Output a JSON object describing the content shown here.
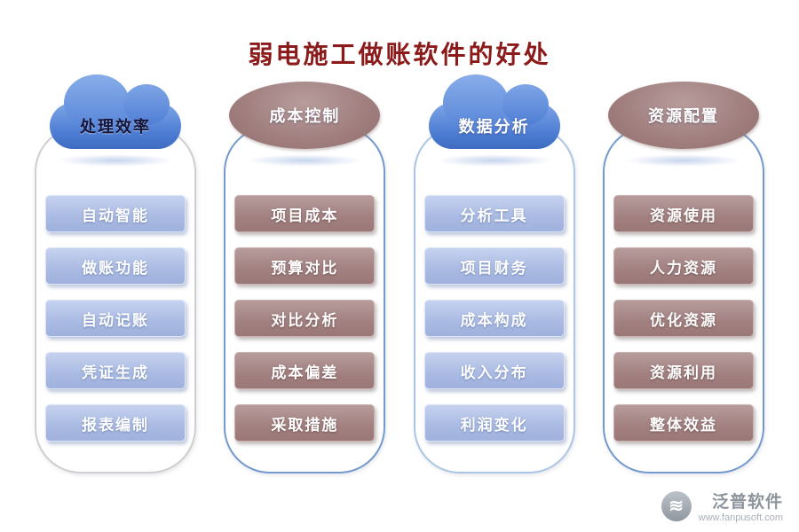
{
  "title": "弱电施工做账软件的好处",
  "columns": [
    {
      "id": "efficiency",
      "header": "处理效率",
      "shape": "cloud",
      "header_dark_text": true,
      "panel_border": "gray",
      "item_theme": "blue",
      "items": [
        "自动智能",
        "做账功能",
        "自动记账",
        "凭证生成",
        "报表编制"
      ]
    },
    {
      "id": "cost-control",
      "header": "成本控制",
      "shape": "ellipse",
      "header_dark_text": false,
      "panel_border": "blue",
      "item_theme": "mauve",
      "items": [
        "项目成本",
        "预算对比",
        "对比分析",
        "成本偏差",
        "采取措施"
      ]
    },
    {
      "id": "data-analysis",
      "header": "数据分析",
      "shape": "cloud",
      "header_dark_text": false,
      "panel_border": "lightblue",
      "item_theme": "blue",
      "items": [
        "分析工具",
        "项目财务",
        "成本构成",
        "收入分布",
        "利润变化"
      ]
    },
    {
      "id": "resource-allocation",
      "header": "资源配置",
      "shape": "ellipse",
      "header_dark_text": false,
      "panel_border": "blue",
      "item_theme": "mauve",
      "items": [
        "资源使用",
        "人力资源",
        "优化资源",
        "资源利用",
        "整体效益"
      ]
    }
  ],
  "footer": {
    "brand": "泛普软件",
    "url": "www.fanpusoft.com",
    "logo_glyph": "≋"
  },
  "colors": {
    "title": "#8b1a1a",
    "cloud_blue": "#4a7ad2",
    "ellipse_mauve": "#9d7c7c",
    "item_blue": "#a9bae2",
    "item_mauve": "#a28080",
    "panel_border_blue": "#7399cd",
    "panel_border_gray": "#cfcfcf",
    "panel_border_lightblue": "#abc6e4",
    "brand_gray": "#8d949c"
  }
}
